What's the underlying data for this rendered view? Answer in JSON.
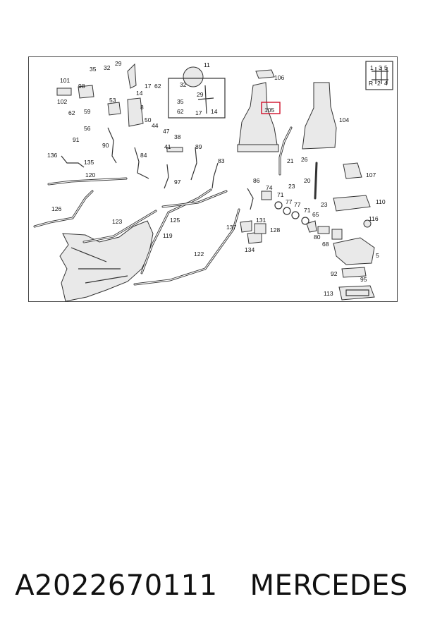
{
  "part_number": "A2022670111",
  "brand": "MERCEDES",
  "diagram": {
    "highlight": "105",
    "gear_pattern": [
      "1",
      "3",
      "5",
      "R",
      "2",
      "4"
    ],
    "labels": [
      "101",
      "98",
      "35",
      "32",
      "29",
      "11",
      "106",
      "102",
      "62",
      "53",
      "14",
      "17",
      "62",
      "59",
      "8",
      "56",
      "50",
      "44",
      "47",
      "105",
      "104",
      "91",
      "90",
      "38",
      "41",
      "89",
      "84",
      "136",
      "135",
      "120",
      "97",
      "83",
      "21",
      "26",
      "126",
      "86",
      "74",
      "23",
      "20",
      "71",
      "77",
      "107",
      "110",
      "23",
      "77",
      "71",
      "65",
      "116",
      "123",
      "125",
      "137",
      "131",
      "128",
      "80",
      "68",
      "119",
      "134",
      "122",
      "5",
      "92",
      "95",
      "113",
      "32",
      "29",
      "35",
      "62",
      "17",
      "14"
    ]
  }
}
